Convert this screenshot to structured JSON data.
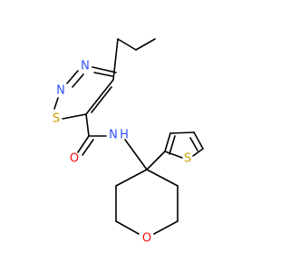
{
  "molecule": {
    "atoms": [
      {
        "id": "n1",
        "symbol": "N",
        "color": "#3050F8"
      },
      {
        "id": "n2",
        "symbol": "N",
        "color": "#3050F8"
      },
      {
        "id": "s_thiadiazole",
        "symbol": "S",
        "color": "#C8A000"
      },
      {
        "id": "o_carbonyl",
        "symbol": "O",
        "color": "#FF0D0D"
      },
      {
        "id": "n_amide",
        "symbol": "N",
        "color": "#3050F8"
      },
      {
        "id": "h_amide",
        "symbol": "H",
        "color": "#3050F8"
      },
      {
        "id": "s_thiophene",
        "symbol": "S",
        "color": "#C8A000"
      },
      {
        "id": "o_ring",
        "symbol": "O",
        "color": "#FF0D0D"
      }
    ]
  },
  "colors": {
    "bond": "#000000",
    "background": "#ffffff"
  }
}
